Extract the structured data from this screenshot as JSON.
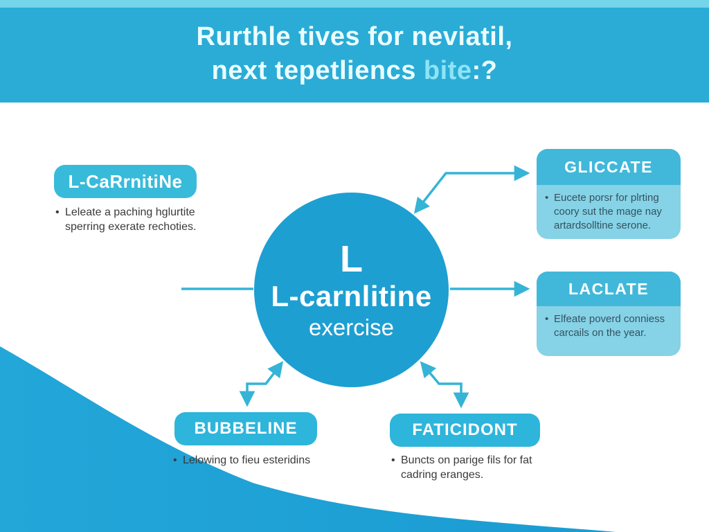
{
  "header": {
    "title_line1": "Rurthle tives for neviatil,",
    "title_line2_prefix": "next tepetliencs ",
    "title_line2_highlight": "bite",
    "title_line2_suffix": ":?"
  },
  "center_node": {
    "line1": "L",
    "line2": "L-carnlitine",
    "line3": "exercise"
  },
  "left_node": {
    "label": "L-CaRrnitiNe",
    "note": "Leleate a paching hglurtite sperring exerate rechoties."
  },
  "right_nodes": [
    {
      "label": "GLICCATE",
      "note": "Eucete porsr for plrting coory sut the mage nay artardsolltine serone."
    },
    {
      "label": "LACLATE",
      "note": "Elfeate poverd conniess carcails on the year."
    }
  ],
  "bottom_nodes": [
    {
      "label": "BUBBELINE",
      "note": "Lelowing to fieu esteridins"
    },
    {
      "label": "FATICIDONT",
      "note": "Buncts on parige fils for fat cadring eranges."
    }
  ],
  "ui": {
    "bullet": "•"
  },
  "colors": {
    "top_strip": "#74d4e9",
    "header_bg": "#2aacd7",
    "title_text": "#eafdff",
    "title_highlight": "#8ee4f6",
    "circle_bg": "#1d9fd2",
    "pill_bg": "#38bbda",
    "card_header_bg": "#41b8da",
    "card_body_bg": "#86d2e6",
    "arrow": "#35b4d6",
    "swoosh": "#1fa2d5",
    "note_text": "#3a3a3a"
  }
}
